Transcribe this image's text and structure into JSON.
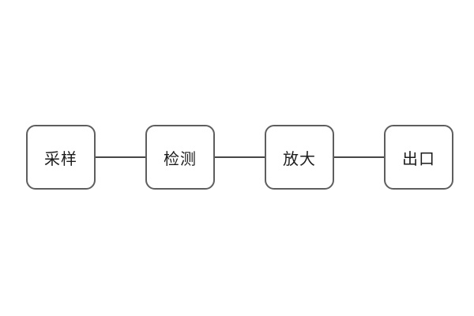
{
  "diagram": {
    "title": "signal-flow-diagram",
    "nodes": [
      {
        "label": "采样"
      },
      {
        "label": "检测"
      },
      {
        "label": "放大"
      },
      {
        "label": "出口"
      }
    ],
    "connections": [
      {
        "from": "采样",
        "to": "检测"
      },
      {
        "from": "检测",
        "to": "放大"
      },
      {
        "from": "放大",
        "to": "出口"
      }
    ],
    "colors": {
      "background": "#ffffff",
      "box_border": "#5e5e5e",
      "connector_line": "#474747",
      "text": "#1c1c1c"
    }
  }
}
